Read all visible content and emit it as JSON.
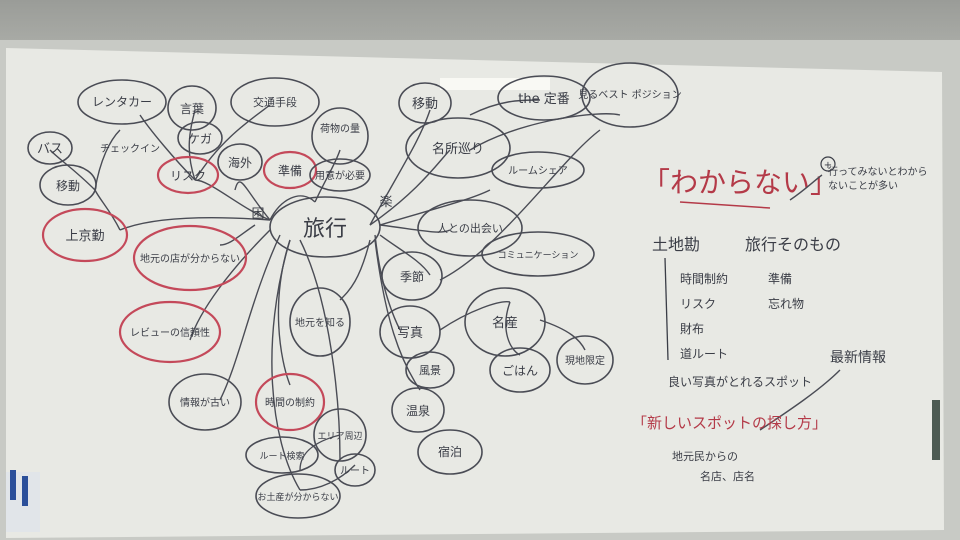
{
  "center": "旅行",
  "center_left_mark": "困",
  "center_right_mark": "楽",
  "left_nodes": {
    "bus": "バス",
    "rentacar": "レンタカー",
    "language": "言葉",
    "check_in": "チェックイン",
    "transport": "移動",
    "injury": "ケガ",
    "transport_method": "交通手段",
    "abroad": "海外",
    "luggage_amount": "荷物の量",
    "preparation": "準備",
    "risk": "リスク",
    "things_needed": "用意が必要",
    "when_lost": "上京勤",
    "local_store": "地元の店が分からない",
    "review_reliability": "レビューの信頼性",
    "info_is_scarce": "情報が古い",
    "schedule_restriction": "時間の制約",
    "route_research": "ルート検索",
    "deadline_planning": "エリア周辺",
    "route": "ルート",
    "worry": "お土産が分からない"
  },
  "right_nodes": {
    "move": "移動",
    "the_standard": "the 定番",
    "best_view_position": "見るベスト ポジション",
    "sightseeing_tour": "名所巡り",
    "room_share": "ルームシェア",
    "meeting_people": "人との出会い",
    "communication": "コミュニケーション",
    "season": "季節",
    "local_know": "地元を知る",
    "photos": "写真",
    "specialty": "名産",
    "scenery": "風景",
    "hot_spring": "温泉",
    "rice": "ごはん",
    "local_limited": "現地限定",
    "onsen_stay": "宿泊"
  },
  "notes": {
    "heading": "「わからない」",
    "plus_mark": "+",
    "aside": "行ってみないとわからないことが多い",
    "col1_title": "土地勘",
    "col2_title": "旅行そのもの",
    "col1_items": [
      "時間制約",
      "リスク",
      "財布",
      "道ルート"
    ],
    "col2_items": [
      "準備",
      "忘れ物"
    ],
    "good_photo_spot": "良い写真がとれるスポット",
    "latest_info": "最新情報",
    "new_spot": "「新しいスポットの探し方」",
    "local_people": "地元民からの",
    "famous_store": "名店、店名"
  },
  "colors": {
    "board": "#e9eae6",
    "frame": "#c7c9c4",
    "ink": "#3a3d46",
    "red_ink": "#b43a48",
    "ceiling": "#8a8c88"
  }
}
